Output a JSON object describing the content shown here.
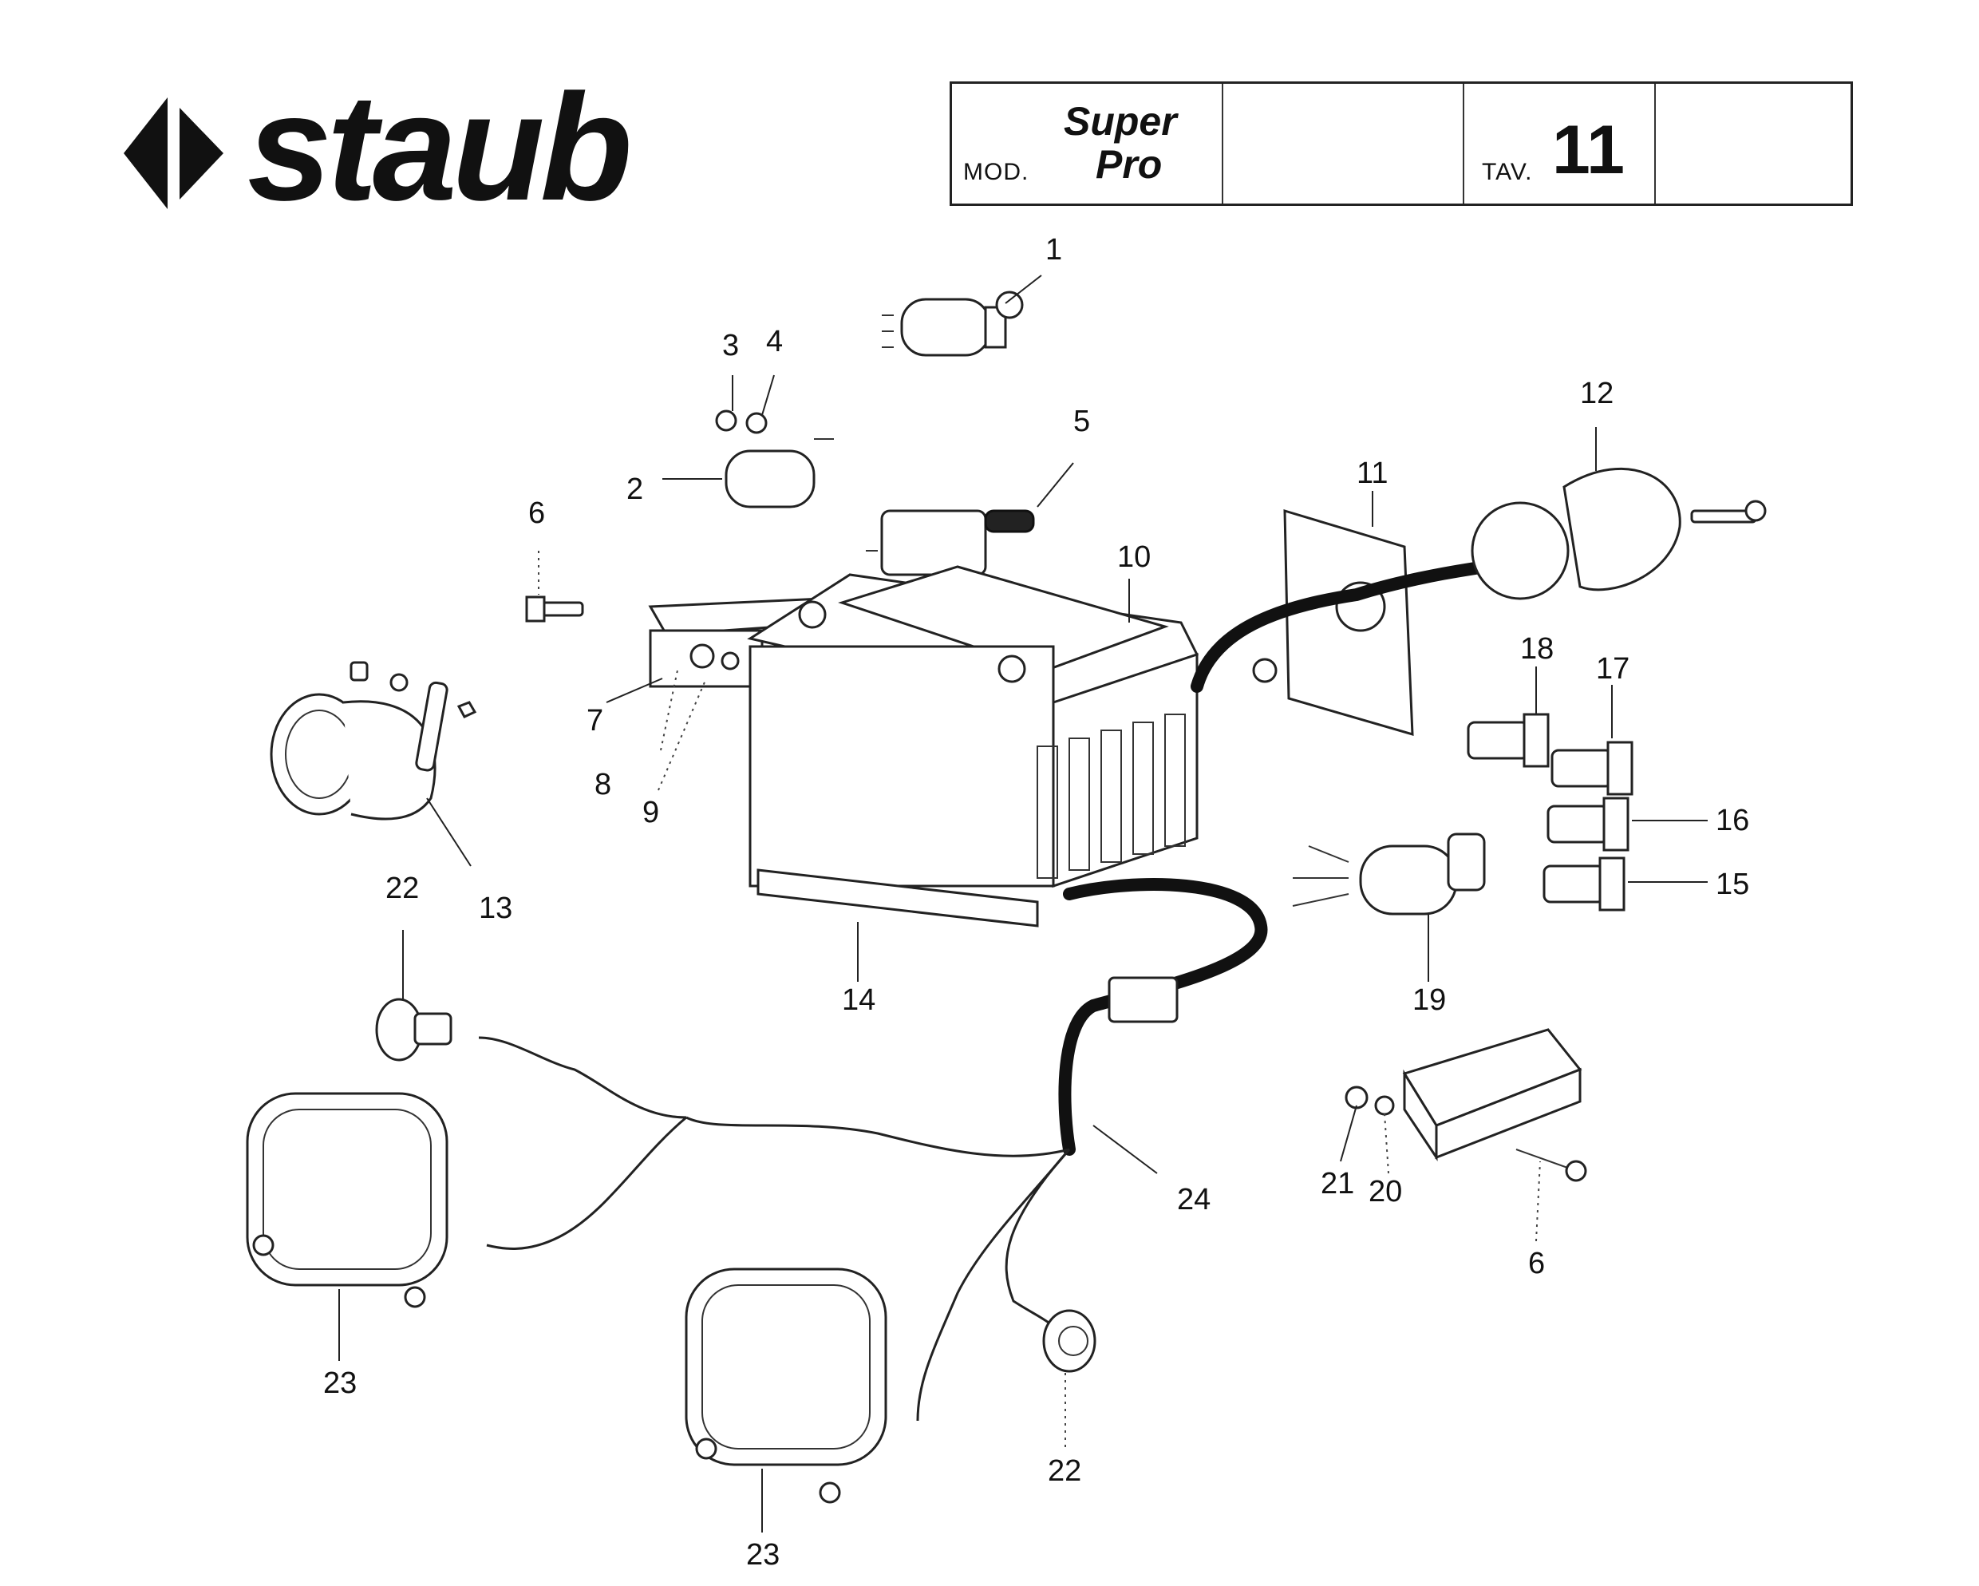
{
  "header": {
    "brand": "staub",
    "mod_label": "MOD.",
    "model_line1": "Super",
    "model_line2": "Pro",
    "tav_label": "TAV.",
    "tav_number": "11"
  },
  "callouts": [
    {
      "id": "c1",
      "text": "1"
    },
    {
      "id": "c2",
      "text": "2"
    },
    {
      "id": "c3",
      "text": "3"
    },
    {
      "id": "c4",
      "text": "4"
    },
    {
      "id": "c5",
      "text": "5"
    },
    {
      "id": "c6a",
      "text": "6"
    },
    {
      "id": "c6b",
      "text": "6"
    },
    {
      "id": "c7",
      "text": "7"
    },
    {
      "id": "c8",
      "text": "8"
    },
    {
      "id": "c9",
      "text": "9"
    },
    {
      "id": "c10",
      "text": "10"
    },
    {
      "id": "c11",
      "text": "11"
    },
    {
      "id": "c12",
      "text": "12"
    },
    {
      "id": "c13",
      "text": "13"
    },
    {
      "id": "c14",
      "text": "14"
    },
    {
      "id": "c15",
      "text": "15"
    },
    {
      "id": "c16",
      "text": "16"
    },
    {
      "id": "c17",
      "text": "17"
    },
    {
      "id": "c18",
      "text": "18"
    },
    {
      "id": "c19",
      "text": "19"
    },
    {
      "id": "c20",
      "text": "20"
    },
    {
      "id": "c21",
      "text": "21"
    },
    {
      "id": "c22a",
      "text": "22"
    },
    {
      "id": "c22b",
      "text": "22"
    },
    {
      "id": "c23a",
      "text": "23"
    },
    {
      "id": "c23b",
      "text": "23"
    },
    {
      "id": "c24",
      "text": "24"
    }
  ]
}
